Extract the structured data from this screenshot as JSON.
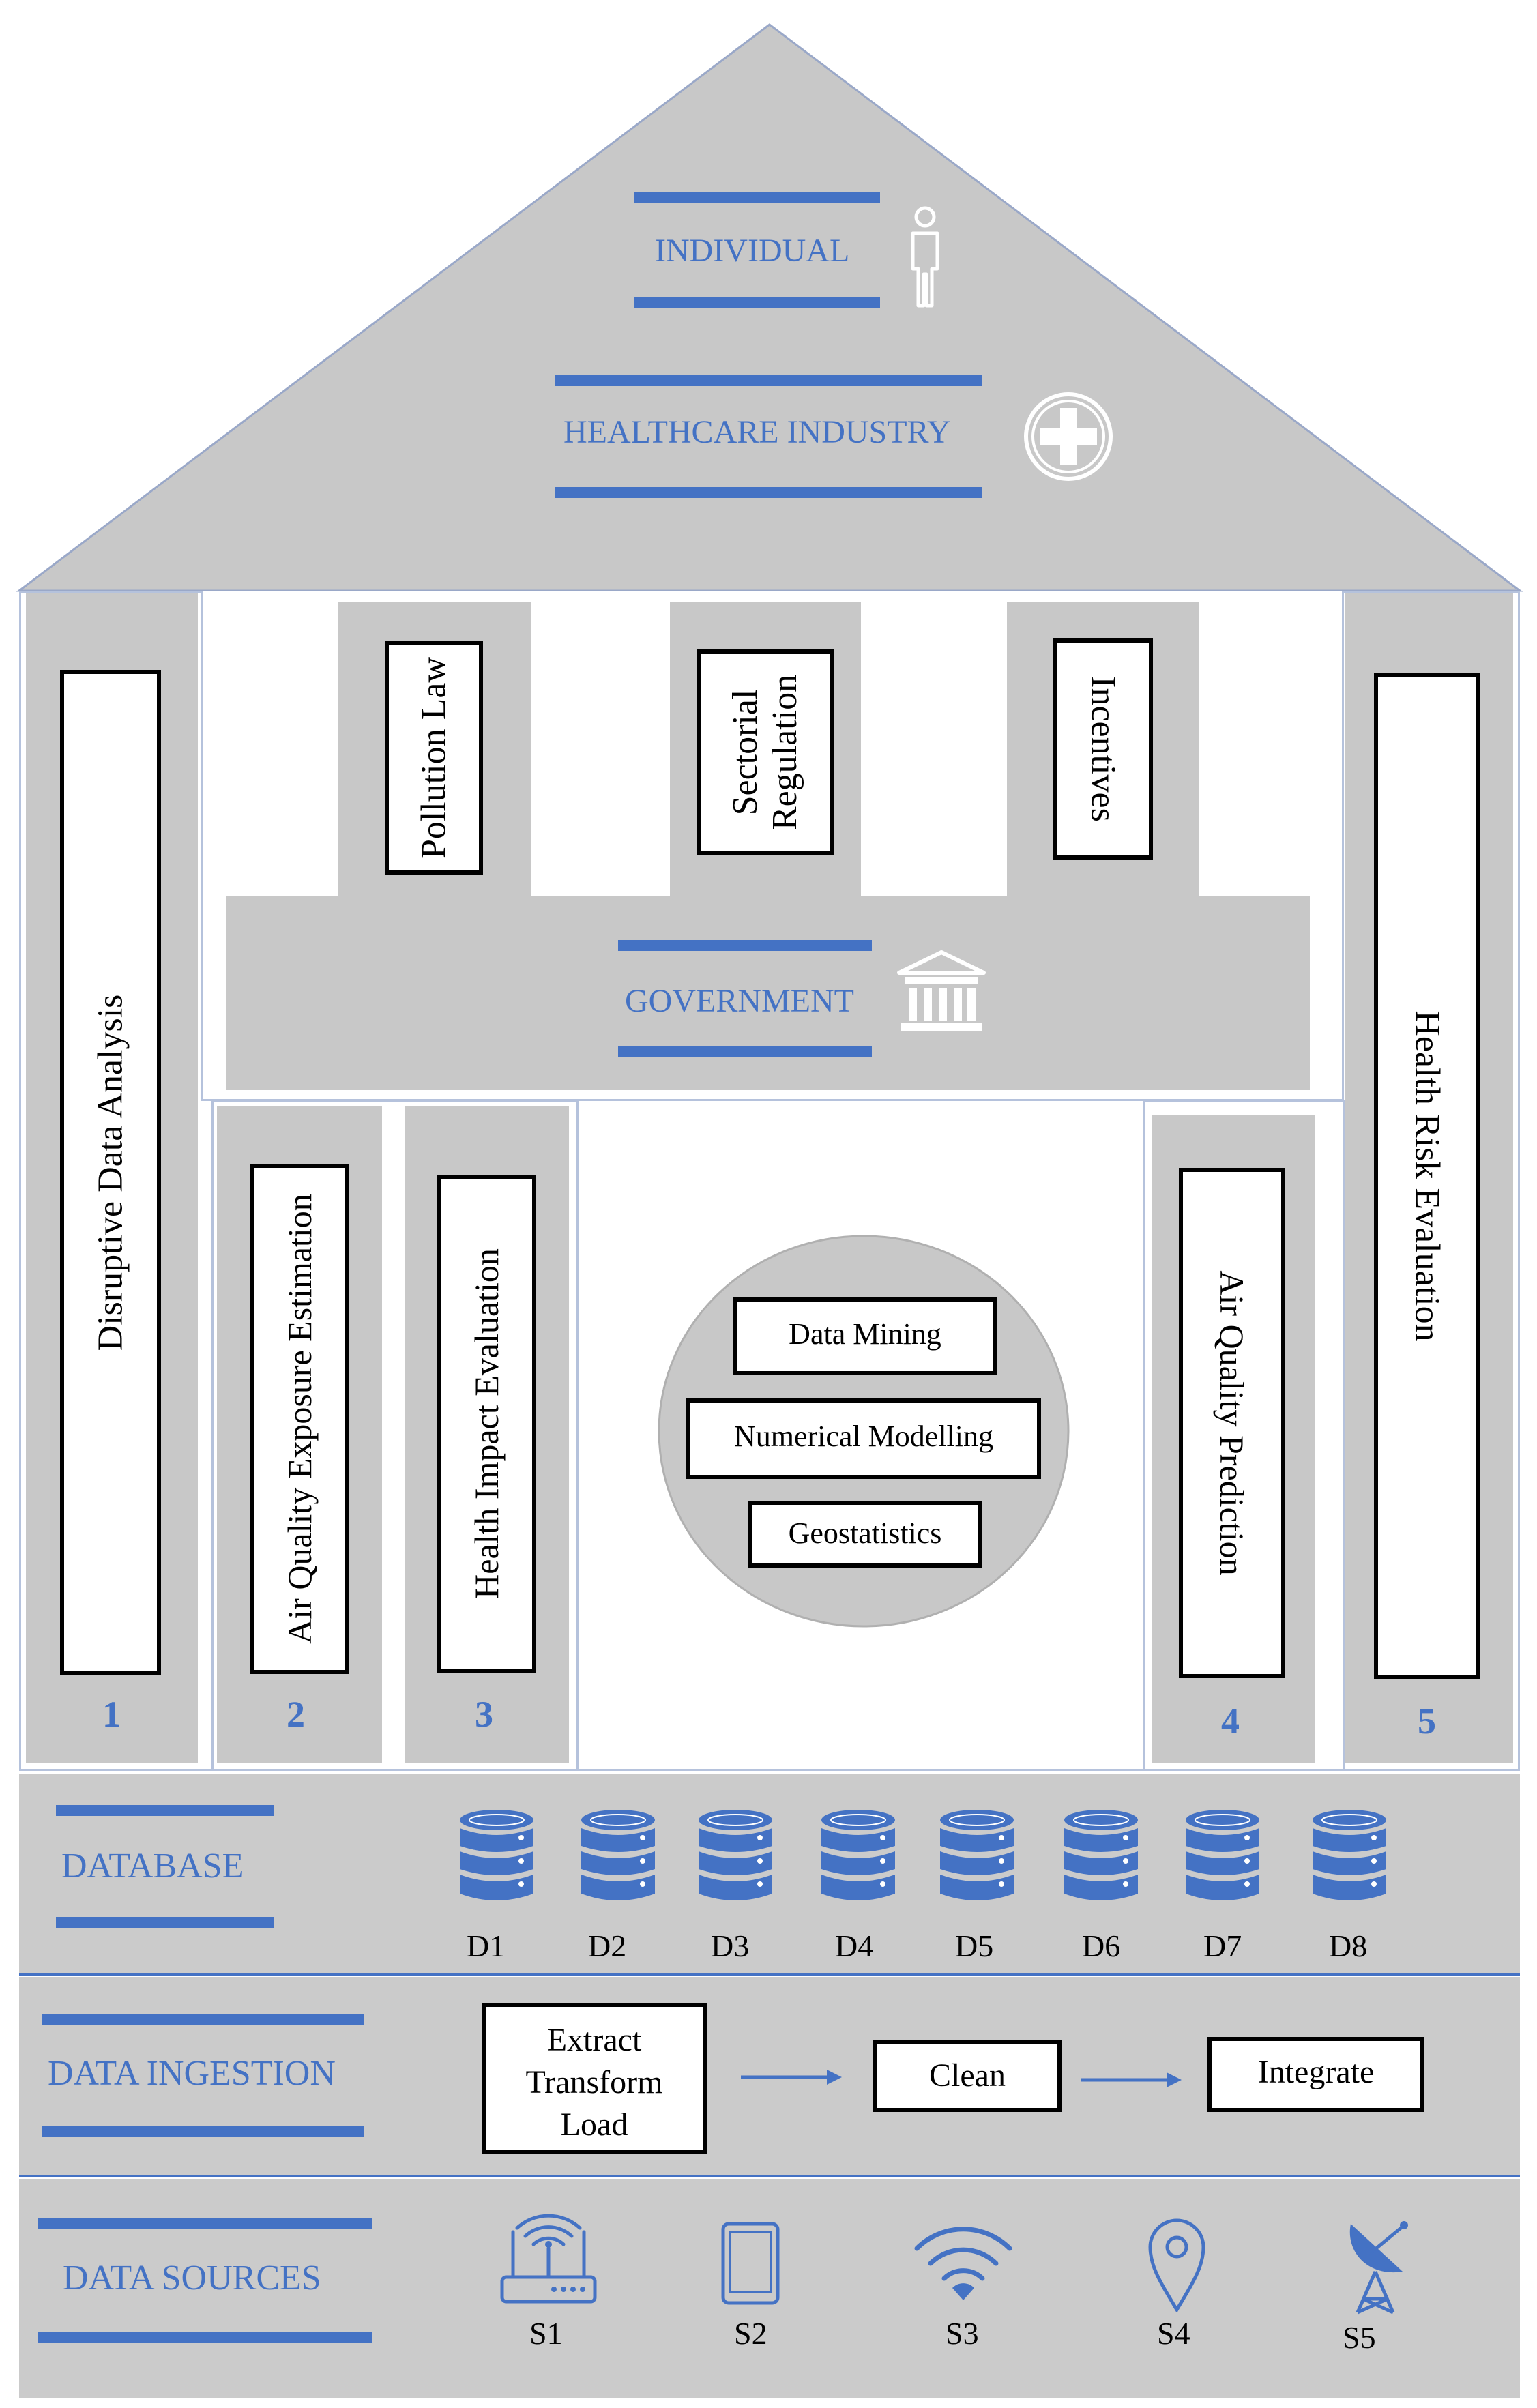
{
  "roof": {
    "individual": "INDIVIDUAL",
    "healthcare_industry": "HEALTHCARE INDUSTRY"
  },
  "pillars": {
    "p1_label": "Disruptive Data Analysis",
    "p1_num": "1",
    "p2_label": "Air Quality Exposure Estimation",
    "p2_num": "2",
    "p3_label": "Health Impact Evaluation",
    "p3_num": "3",
    "p4_label": "Air Quality Prediction",
    "p4_num": "4",
    "p5_label": "Health Risk Evaluation",
    "p5_num": "5"
  },
  "government": {
    "title": "GOVERNMENT",
    "items": [
      "Pollution Law",
      "Sectorial Regulation",
      "Incentives"
    ]
  },
  "methods": [
    "Data Mining",
    "Numerical Modelling",
    "Geostatistics"
  ],
  "database": {
    "title": "DATABASE",
    "items": [
      "D1",
      "D2",
      "D3",
      "D4",
      "D5",
      "D6",
      "D7",
      "D8"
    ]
  },
  "ingestion": {
    "title": "DATA INGESTION",
    "etl": [
      "Extract",
      "Transform",
      "Load"
    ],
    "clean": "Clean",
    "integrate": "Integrate"
  },
  "sources": {
    "title": "DATA SOURCES",
    "items": [
      "S1",
      "S2",
      "S3",
      "S4",
      "S5"
    ],
    "icons": [
      "router-icon",
      "tablet-icon",
      "wifi-icon",
      "location-pin-icon",
      "satellite-dish-icon"
    ]
  },
  "colors": {
    "accent": "#4472c4",
    "panel": "#c8c8c8"
  }
}
